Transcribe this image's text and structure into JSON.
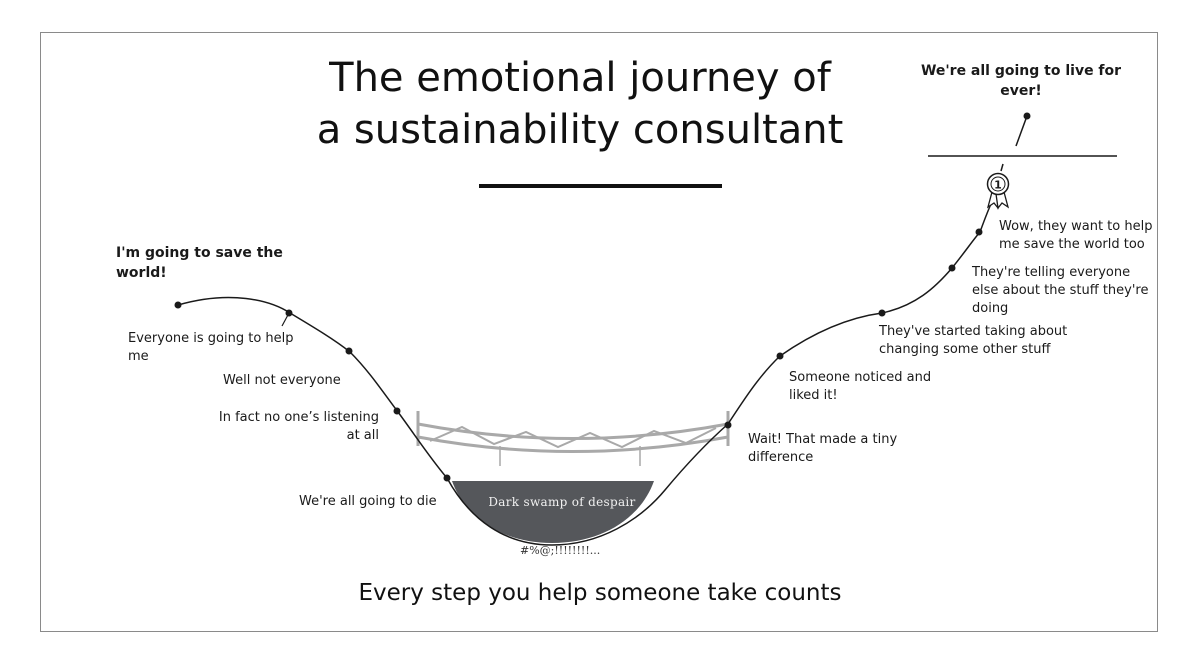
{
  "title_line1": "The emotional journey of",
  "title_line2": "a sustainability consultant",
  "start_label_line1": "I'm going to save the",
  "start_label_line2": "world!",
  "end_label_line1": "We're all going to live for",
  "end_label_line2": "ever!",
  "steps": [
    {
      "line1": "Everyone is going to help",
      "line2": "me"
    },
    {
      "line1": "Well not everyone",
      "line2": ""
    },
    {
      "line1": "In fact no one’s listening",
      "line2": "at all"
    },
    {
      "line1": "We're all going to die",
      "line2": ""
    },
    {
      "line1": "Wait! That made a tiny",
      "line2": "difference"
    },
    {
      "line1": "Someone noticed and",
      "line2": "liked it!"
    },
    {
      "line1": "They've started taking about",
      "line2": "changing some other stuff"
    },
    {
      "line1": "They're telling everyone",
      "line2": "else about the stuff they're",
      "line3": "doing"
    },
    {
      "line1": "Wow, they want to help",
      "line2": "me save the world too"
    }
  ],
  "swamp_label": "Dark swamp of despair",
  "swamp_curse": "#%@;!!!!!!!!...",
  "medal_number": "1",
  "footer": "Every step you help someone take counts",
  "colors": {
    "curve": "#1a1a1a",
    "swamp": "#55575b",
    "bridge": "#a9a9a9",
    "border": "#8a8a8a"
  },
  "icons": [
    "medal-icon"
  ]
}
